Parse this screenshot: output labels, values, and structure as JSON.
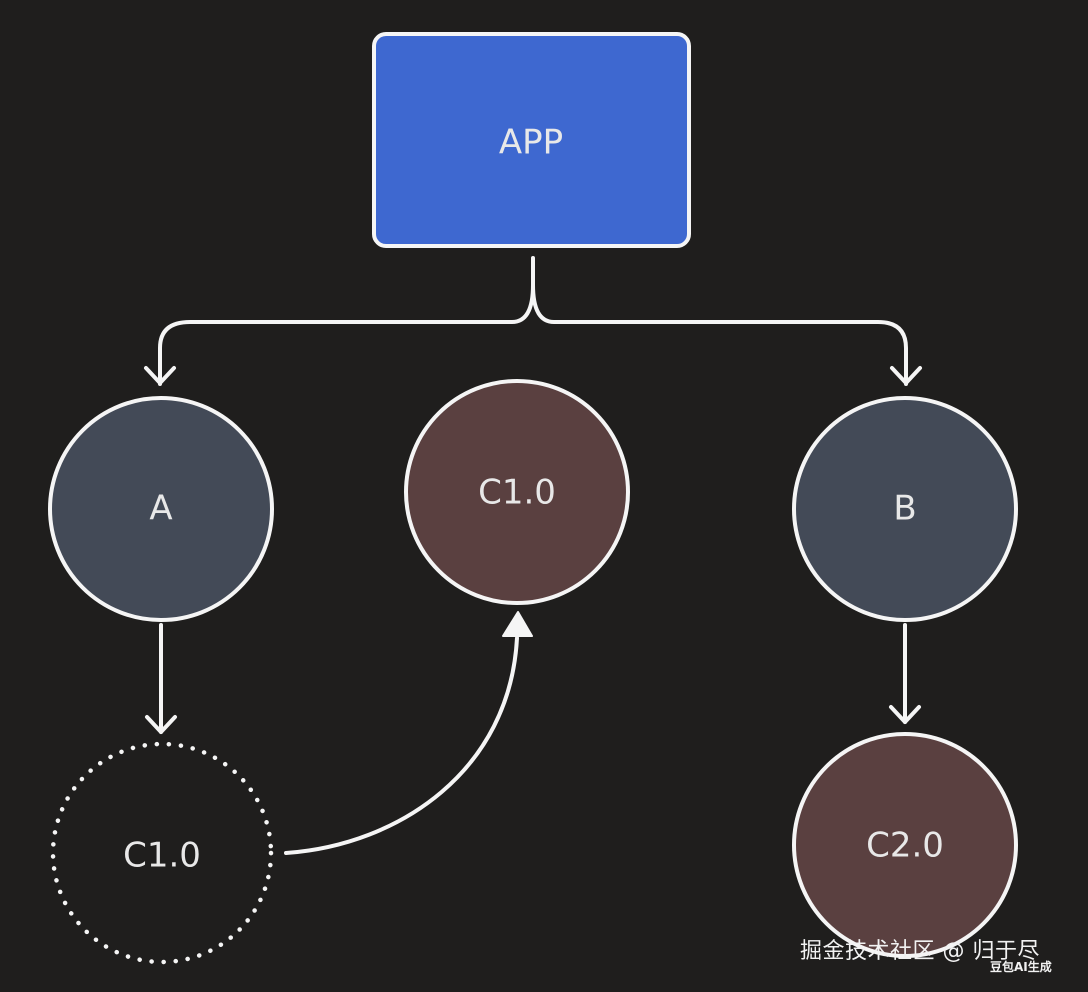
{
  "colors": {
    "background": "#1f1e1d",
    "app_fill": "#3e68d0",
    "module_fill": "#434a57",
    "dependency_fill": "#5a4040",
    "stroke": "#f5f5f5",
    "text": "#e8e8e8"
  },
  "nodes": {
    "app": {
      "label": "APP",
      "shape": "rounded-rect"
    },
    "a": {
      "label": "A",
      "shape": "circle"
    },
    "b": {
      "label": "B",
      "shape": "circle"
    },
    "c_hoisted": {
      "label": "C1.0",
      "shape": "circle"
    },
    "c_original": {
      "label": "C1.0",
      "shape": "circle",
      "border": "dotted"
    },
    "c_b": {
      "label": "C2.0",
      "shape": "circle"
    }
  },
  "edges": [
    {
      "from": "app",
      "to": "a",
      "style": "bracket-arrow"
    },
    {
      "from": "app",
      "to": "b",
      "style": "bracket-arrow"
    },
    {
      "from": "a",
      "to": "c_original",
      "style": "arrow"
    },
    {
      "from": "c_original",
      "to": "c_hoisted",
      "style": "curved-arrow"
    },
    {
      "from": "b",
      "to": "c_b",
      "style": "arrow"
    }
  ],
  "watermark": {
    "text": "掘金技术社区 @ 归于尽",
    "subtext": "豆包AI生成"
  }
}
